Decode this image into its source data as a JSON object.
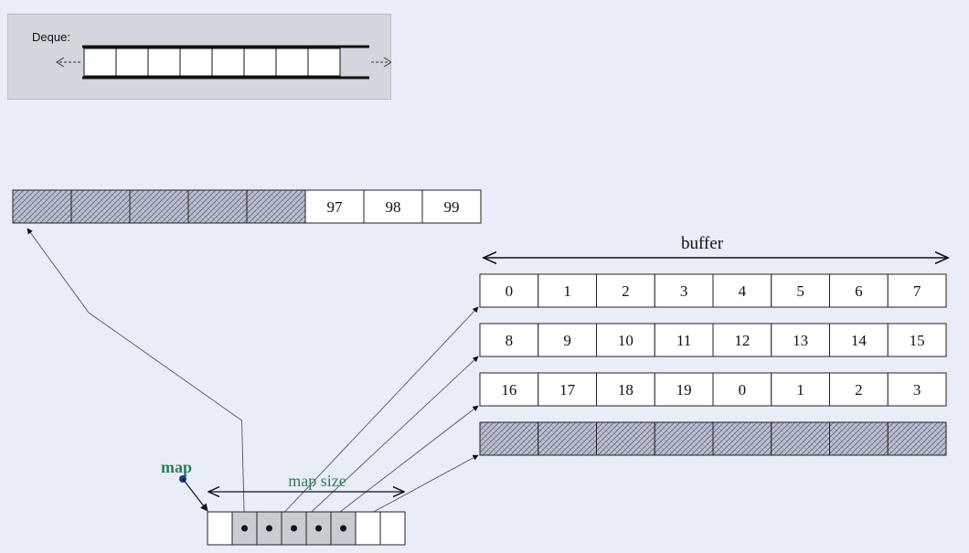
{
  "deque": {
    "label": "Deque:"
  },
  "top_block": {
    "filled_values": [
      "97",
      "98",
      "99"
    ],
    "empty_hatched_cells": 5
  },
  "buffer": {
    "label": "buffer",
    "rows": [
      [
        "0",
        "1",
        "2",
        "3",
        "4",
        "5",
        "6",
        "7"
      ],
      [
        "8",
        "9",
        "10",
        "11",
        "12",
        "13",
        "14",
        "15"
      ],
      [
        "16",
        "17",
        "18",
        "19",
        "0",
        "1",
        "2",
        "3"
      ]
    ],
    "hatched_row_cells": 8
  },
  "map": {
    "label": "map",
    "size_label": "map size",
    "total_slots": 8,
    "pointer_slots": 5
  },
  "colors": {
    "background": "#e9edf8",
    "label_green": "#2e7d55",
    "hatch_fill": "#bcc2d2",
    "map_slot_fill": "#c9ccd3"
  }
}
